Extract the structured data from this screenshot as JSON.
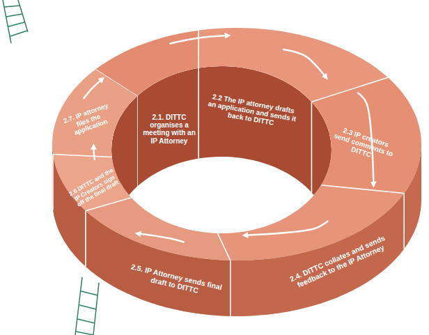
{
  "diagram": {
    "nodes": [
      {
        "text": [
          "2.1. DITTC organises a meeting with an IP Attorney"
        ]
      },
      {
        "text": [
          "2.2 The IP attorney drafts an application and sends it back to DITTC"
        ]
      },
      {
        "text": [
          "2.3 IP creators send comments to DITTC"
        ]
      },
      {
        "text": [
          "2.4. DITTC collates and sends feedback to the IP Attorney"
        ]
      },
      {
        "text": [
          "2.5. IP Attorney sends final draft to DITTC"
        ]
      },
      {
        "text": [
          "2.6 DITTC and the IP Creators sign off the final draft"
        ]
      },
      {
        "text": [
          "2.7. IP attorney files the application"
        ]
      }
    ],
    "edges": [
      {
        "from": 0,
        "to": 1,
        "arrow": "to"
      },
      {
        "from": 1,
        "to": 2,
        "arrow": "to"
      },
      {
        "from": 2,
        "to": 3,
        "arrow": "to"
      },
      {
        "from": 3,
        "to": 4,
        "arrow": "to"
      },
      {
        "from": 4,
        "to": 5,
        "arrow": "to"
      },
      {
        "from": 5,
        "to": 6,
        "arrow": "to"
      },
      {
        "from": 6,
        "to": 0,
        "arrow": "to"
      }
    ]
  }
}
